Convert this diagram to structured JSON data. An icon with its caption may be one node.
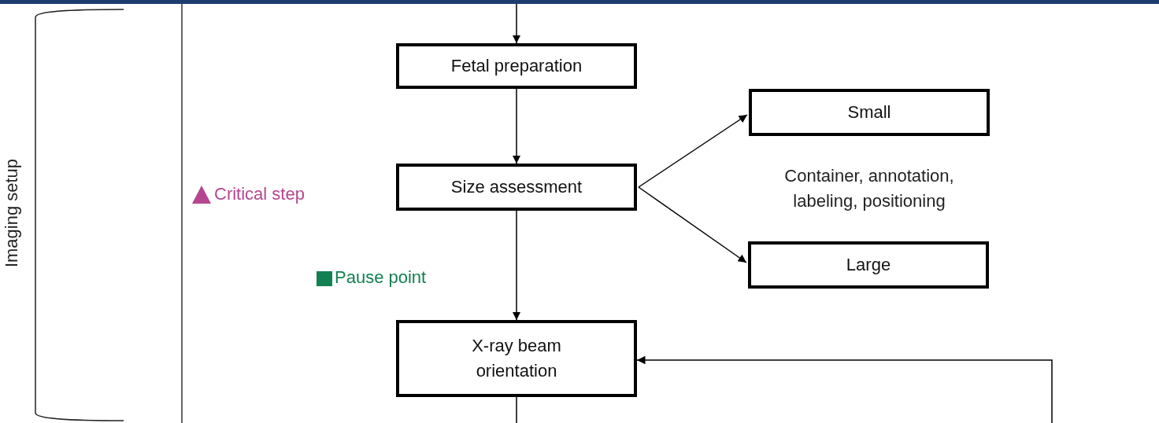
{
  "diagram": {
    "nodes": [
      {
        "text": [
          "Fetal preparation"
        ]
      },
      {
        "text": [
          "Size assessment"
        ]
      },
      {
        "text": [
          "Small"
        ]
      },
      {
        "text": [
          "Large"
        ]
      },
      {
        "text": [
          "X-ray beam orientation"
        ]
      }
    ],
    "edges": [
      {
        "from": null,
        "to": 0,
        "arrow": "to"
      },
      {
        "from": 0,
        "to": 1,
        "arrow": "to"
      },
      {
        "from": 1,
        "to": 2,
        "arrow": "to"
      },
      {
        "from": 1,
        "to": 3,
        "arrow": "to"
      },
      {
        "from": 1,
        "to": 4,
        "arrow": "to"
      },
      {
        "from": null,
        "to": 4,
        "arrow": "to"
      },
      {
        "from": 4,
        "to": null,
        "arrow": "none"
      }
    ],
    "labels": [
      "Imaging setup",
      "Critical step",
      "Pause point",
      "Container, annotation, labeling, positioning"
    ]
  }
}
